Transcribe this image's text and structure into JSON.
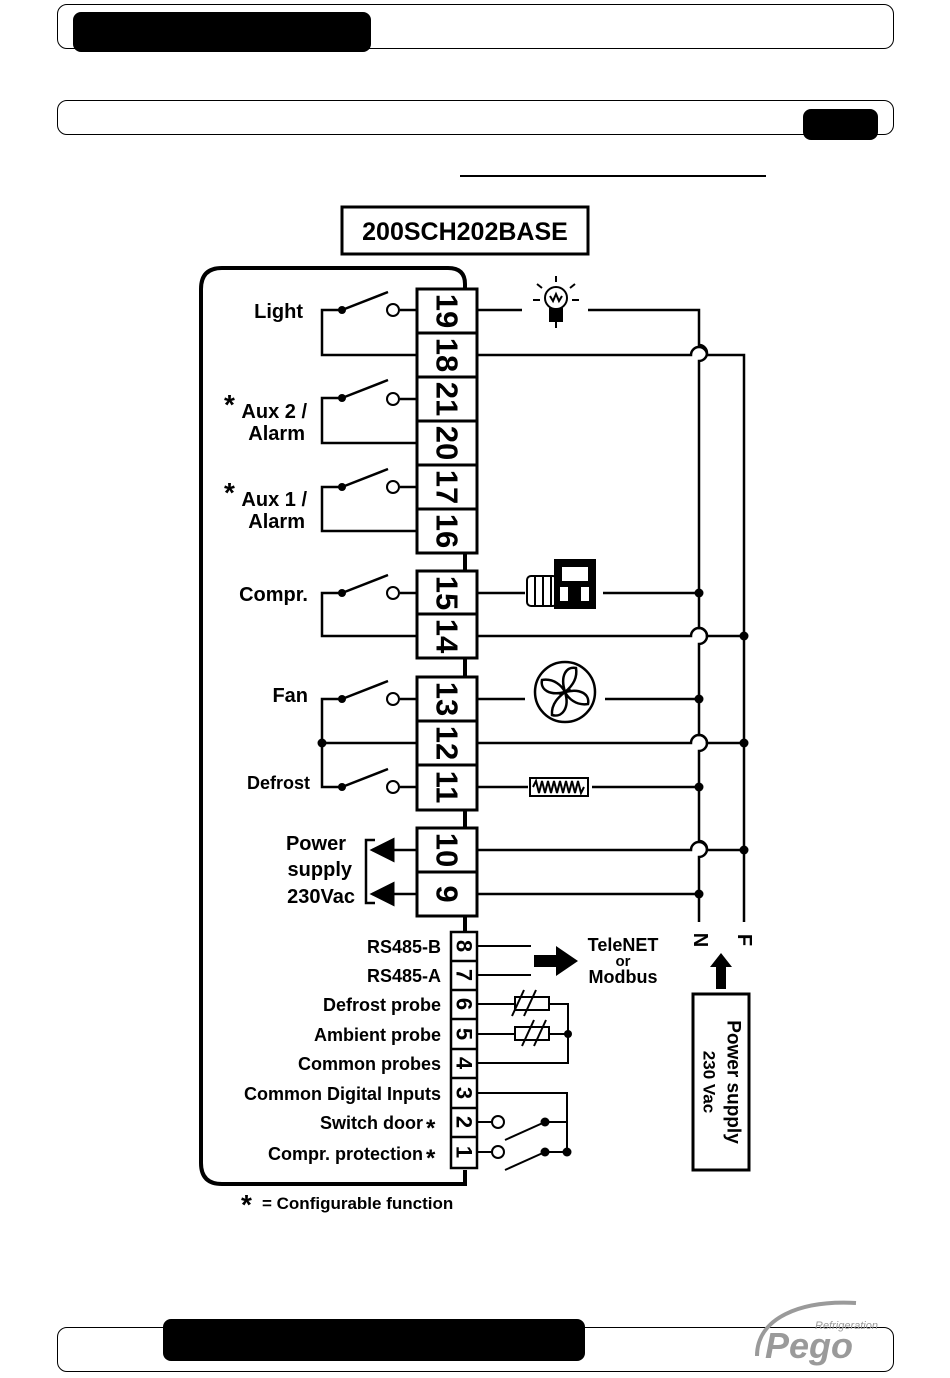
{
  "board_code": "200SCH202BASE",
  "relays": [
    {
      "label_lines": [
        "Light"
      ],
      "star": false,
      "terms": [
        "19",
        "18"
      ]
    },
    {
      "label_lines": [
        "Aux 2 /",
        "Alarm"
      ],
      "star": true,
      "terms": [
        "21",
        "20"
      ]
    },
    {
      "label_lines": [
        "Aux 1 /",
        "Alarm"
      ],
      "star": true,
      "terms": [
        "17",
        "16"
      ]
    },
    {
      "label_lines": [
        "Compr."
      ],
      "star": false,
      "terms": [
        "15",
        "14"
      ]
    }
  ],
  "fan_label": "Fan",
  "defrost_label": "Defrost",
  "fan_terms": [
    "13",
    "12",
    "11"
  ],
  "power_input_lines": [
    "Power",
    "supply",
    "230Vac"
  ],
  "power_terms": [
    "10",
    "9"
  ],
  "signal_rows": [
    {
      "label": "RS485-B",
      "term": "8"
    },
    {
      "label": "RS485-A",
      "term": "7"
    },
    {
      "label": "Defrost probe",
      "term": "6"
    },
    {
      "label": "Ambient probe",
      "term": "5"
    },
    {
      "label": "Common probes",
      "term": "4"
    },
    {
      "label": "Common Digital Inputs",
      "term": "3"
    },
    {
      "label": "Switch door",
      "term": "2",
      "star": true
    },
    {
      "label": "Compr. protection",
      "term": "1",
      "star": true
    }
  ],
  "network_lines": [
    "TeleNET",
    "or",
    "Modbus"
  ],
  "line_n": "N",
  "line_f": "F",
  "supply_box_lines": [
    "Power supply",
    "230 Vac"
  ],
  "footnote_star": "*",
  "footnote_text": "= Configurable function",
  "brand_tag": "Refrigeration",
  "brand_name": "Pego",
  "colors": {
    "ink": "#000000",
    "paper": "#ffffff",
    "logo_gray": "#9a9a9a"
  }
}
